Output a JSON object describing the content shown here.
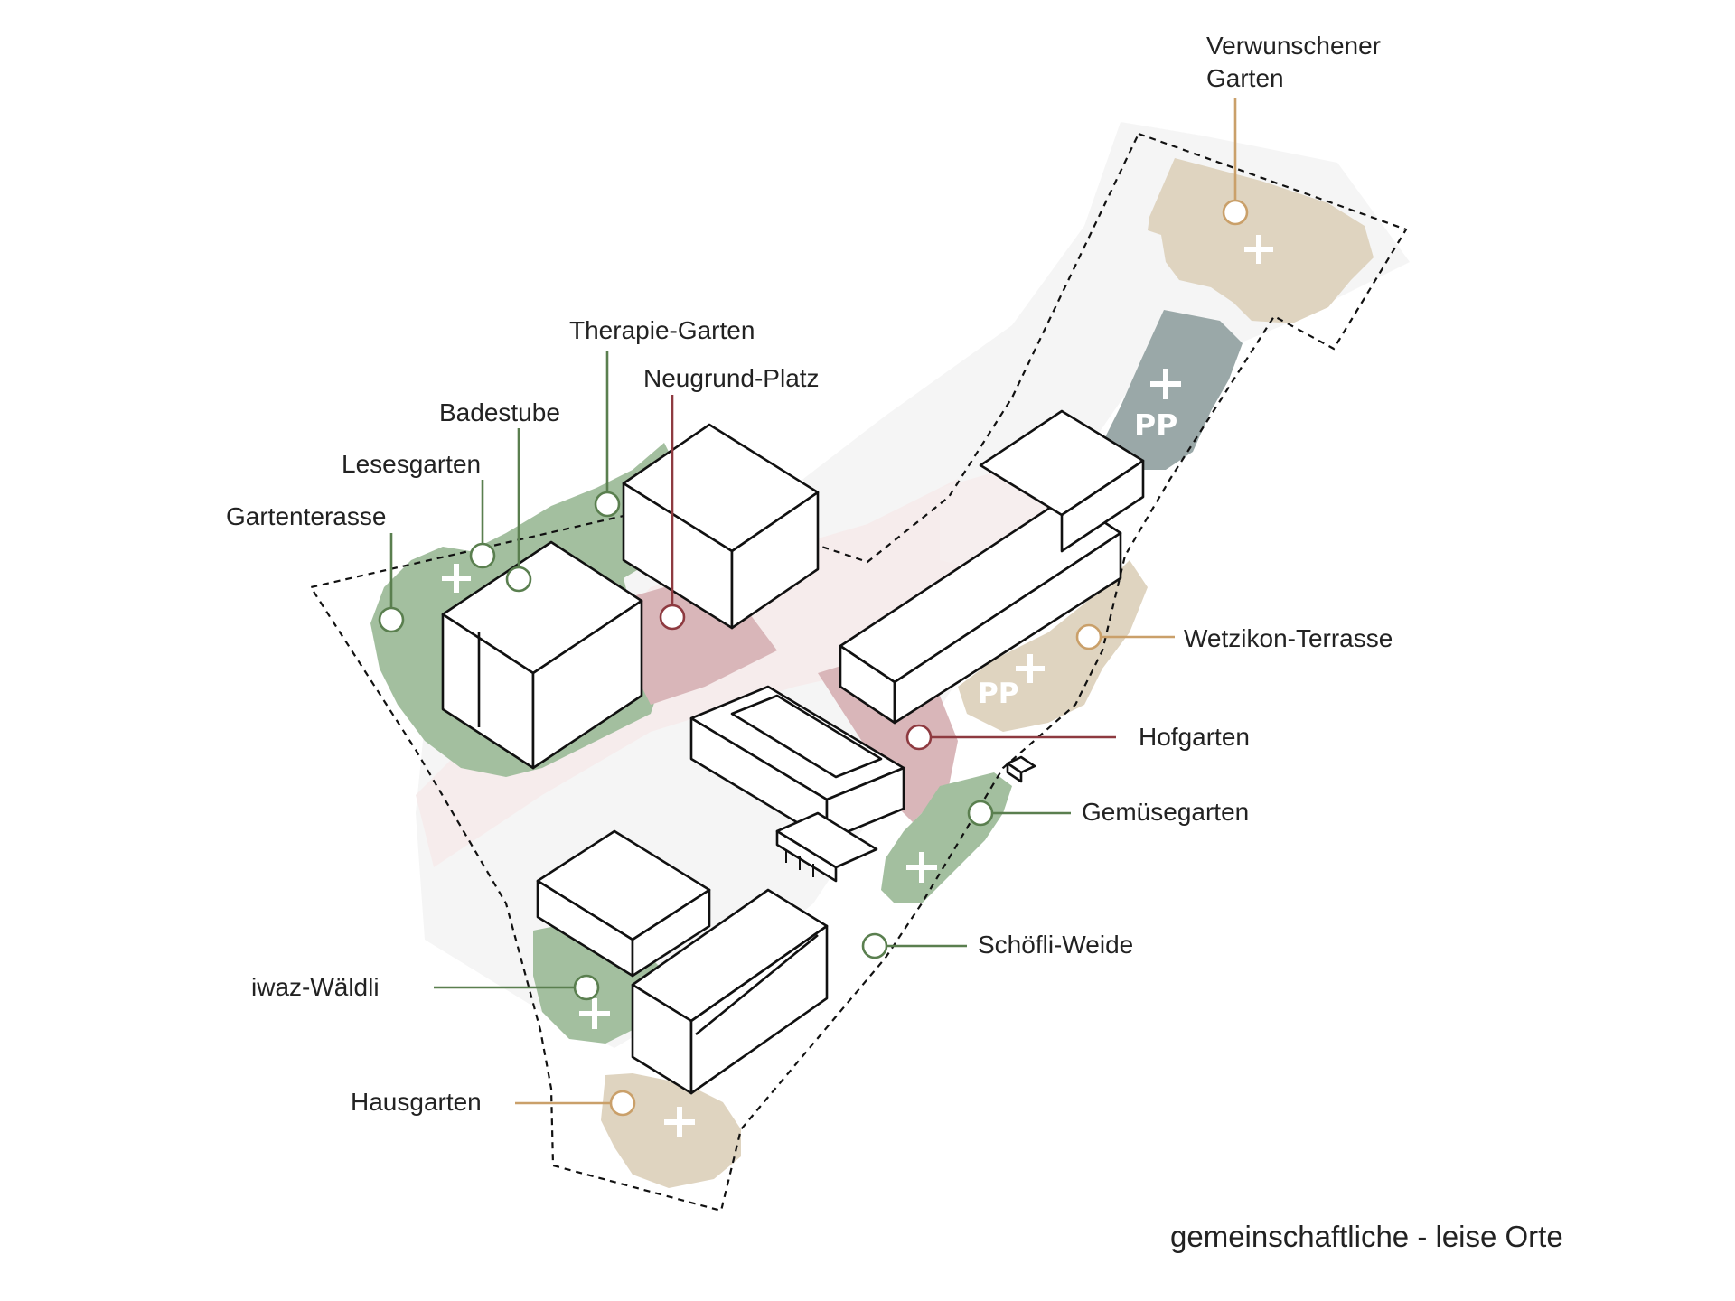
{
  "caption": "gemeinschaftliche - leise Orte",
  "colors": {
    "green_area": "#a3bf9f",
    "beige_area": "#dfd4c0",
    "gray_parking": "#9aa8a8",
    "red_square": "#d9b6b9",
    "pink_path": "#f6ecec",
    "line_green": "#5a7f4f",
    "line_beige": "#caa06a",
    "line_red": "#8e3a40",
    "boundary": "#111111"
  },
  "places": [
    {
      "id": "verwunschener-garten",
      "lines": [
        "Verwunschener",
        "Garten"
      ],
      "category": "beige"
    },
    {
      "id": "therapie-garten",
      "lines": [
        "Therapie-Garten"
      ],
      "category": "green"
    },
    {
      "id": "neugrund-platz",
      "lines": [
        "Neugrund-Platz"
      ],
      "category": "red"
    },
    {
      "id": "badestube",
      "lines": [
        "Badestube"
      ],
      "category": "green"
    },
    {
      "id": "lesesgarten",
      "lines": [
        "Lesesgarten"
      ],
      "category": "green"
    },
    {
      "id": "gartenterasse",
      "lines": [
        "Gartenterasse"
      ],
      "category": "green"
    },
    {
      "id": "wetzikon-terrasse",
      "lines": [
        "Wetzikon-Terrasse"
      ],
      "category": "beige"
    },
    {
      "id": "hofgarten",
      "lines": [
        "Hofgarten"
      ],
      "category": "red"
    },
    {
      "id": "gemuesegarten",
      "lines": [
        "Gemüsegarten"
      ],
      "category": "green"
    },
    {
      "id": "schoefli-weide",
      "lines": [
        "Schöfli-Weide"
      ],
      "category": "green"
    },
    {
      "id": "iwaz-waeldli",
      "lines": [
        "iwaz-Wäldli"
      ],
      "category": "green"
    },
    {
      "id": "hausgarten",
      "lines": [
        "Hausgarten"
      ],
      "category": "beige"
    }
  ],
  "parking_labels": [
    "PP",
    "PP"
  ]
}
